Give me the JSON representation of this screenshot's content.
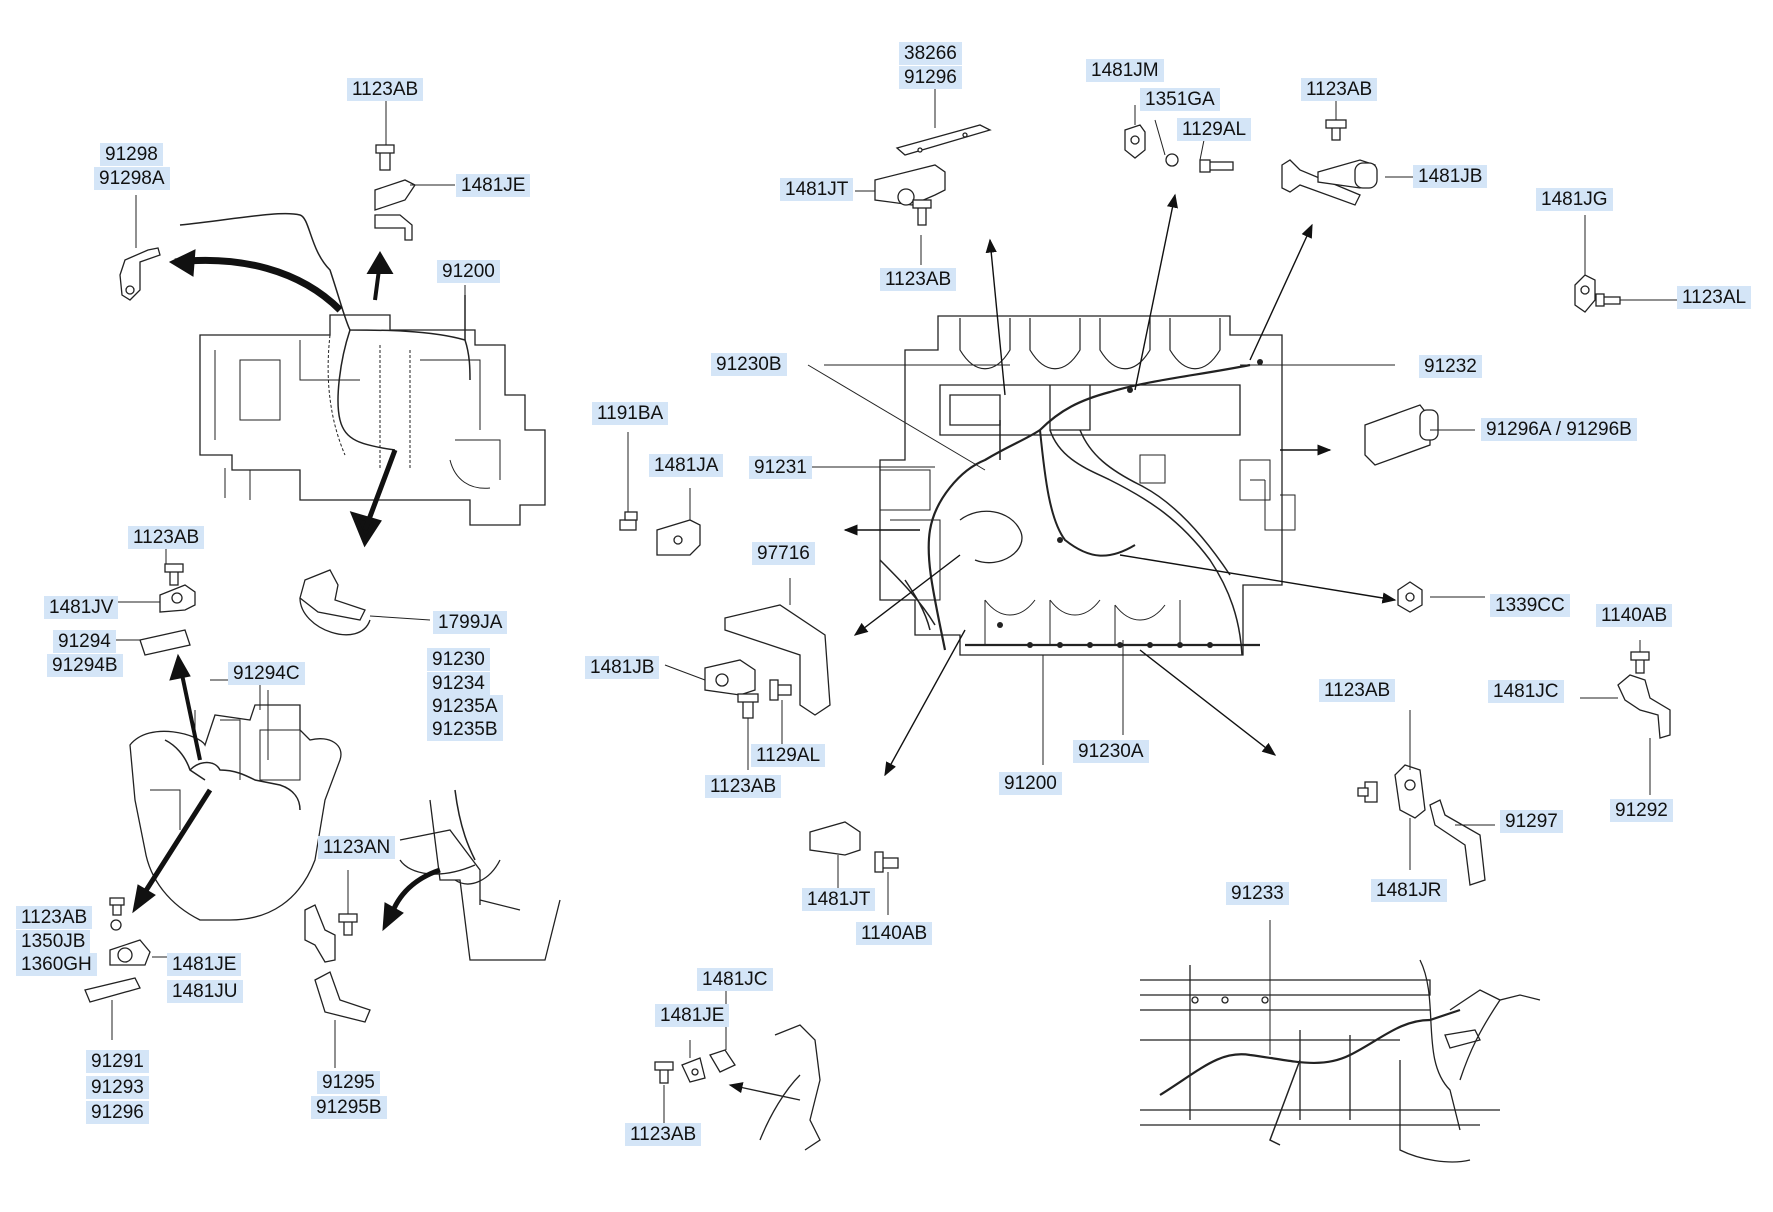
{
  "diagram": {
    "accent_color": "#d4e5f7",
    "labels": [
      {
        "id": "l01",
        "text": "1123AB"
      },
      {
        "id": "l02",
        "text": "91298"
      },
      {
        "id": "l03",
        "text": "91298A"
      },
      {
        "id": "l04",
        "text": "1481JE"
      },
      {
        "id": "l05",
        "text": "91200"
      },
      {
        "id": "l06",
        "text": "38266"
      },
      {
        "id": "l07",
        "text": "91296"
      },
      {
        "id": "l08",
        "text": "1481JT"
      },
      {
        "id": "l09",
        "text": "1123AB"
      },
      {
        "id": "l10",
        "text": "1481JM"
      },
      {
        "id": "l11",
        "text": "1351GA"
      },
      {
        "id": "l12",
        "text": "1129AL"
      },
      {
        "id": "l13",
        "text": "1123AB"
      },
      {
        "id": "l14",
        "text": "1481JB"
      },
      {
        "id": "l15",
        "text": "1481JG"
      },
      {
        "id": "l16",
        "text": "1123AL"
      },
      {
        "id": "l17",
        "text": "91230B"
      },
      {
        "id": "l18",
        "text": "91232"
      },
      {
        "id": "l19",
        "text": "1191BA"
      },
      {
        "id": "l20",
        "text": "1481JA"
      },
      {
        "id": "l21",
        "text": "91231"
      },
      {
        "id": "l22",
        "text": "91296A / 91296B"
      },
      {
        "id": "l23",
        "text": "1123AB"
      },
      {
        "id": "l24",
        "text": "1481JV"
      },
      {
        "id": "l25",
        "text": "91294"
      },
      {
        "id": "l26",
        "text": "91294B"
      },
      {
        "id": "l27",
        "text": "1799JA"
      },
      {
        "id": "l28",
        "text": "97716"
      },
      {
        "id": "l29",
        "text": "1339CC"
      },
      {
        "id": "l30",
        "text": "1140AB"
      },
      {
        "id": "l31",
        "text": "91294C"
      },
      {
        "id": "l32",
        "text": "91230"
      },
      {
        "id": "l33",
        "text": "91234"
      },
      {
        "id": "l34",
        "text": "91235A"
      },
      {
        "id": "l35",
        "text": "91235B"
      },
      {
        "id": "l36",
        "text": "1481JB"
      },
      {
        "id": "l37",
        "text": "1123AB"
      },
      {
        "id": "l38",
        "text": "1481JC"
      },
      {
        "id": "l39",
        "text": "1129AL"
      },
      {
        "id": "l40",
        "text": "91230A"
      },
      {
        "id": "l41",
        "text": "1123AB"
      },
      {
        "id": "l42",
        "text": "91200"
      },
      {
        "id": "l43",
        "text": "91292"
      },
      {
        "id": "l44",
        "text": "91297"
      },
      {
        "id": "l45",
        "text": "1123AN"
      },
      {
        "id": "l46",
        "text": "1481JT"
      },
      {
        "id": "l47",
        "text": "1140AB"
      },
      {
        "id": "l48",
        "text": "1481JR"
      },
      {
        "id": "l49",
        "text": "91233"
      },
      {
        "id": "l50",
        "text": "1123AB"
      },
      {
        "id": "l51",
        "text": "1350JB"
      },
      {
        "id": "l52",
        "text": "1360GH"
      },
      {
        "id": "l53",
        "text": "1481JE"
      },
      {
        "id": "l54",
        "text": "1481JU"
      },
      {
        "id": "l55",
        "text": "91291"
      },
      {
        "id": "l56",
        "text": "91293"
      },
      {
        "id": "l57",
        "text": "91296"
      },
      {
        "id": "l58",
        "text": "91295"
      },
      {
        "id": "l59",
        "text": "91295B"
      },
      {
        "id": "l60",
        "text": "1481JC"
      },
      {
        "id": "l61",
        "text": "1481JE"
      },
      {
        "id": "l62",
        "text": "1123AB"
      }
    ]
  }
}
